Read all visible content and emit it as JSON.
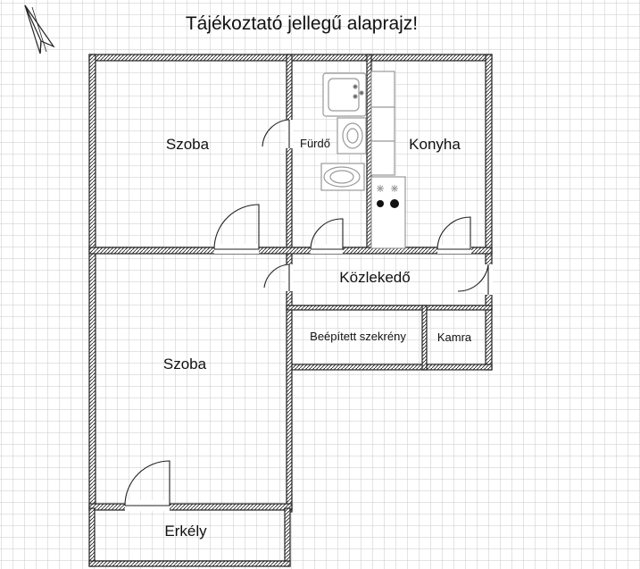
{
  "title": "Tájékoztató jellegű alaprajz!",
  "rooms": {
    "szoba_1": "Szoba",
    "furdo": "Fürdő",
    "konyha": "Konyha",
    "kozlekedo": "Közlekedő",
    "szekreny": "Beépített szekrény",
    "kamra": "Kamra",
    "szoba_2": "Szoba",
    "erkely": "Erkély"
  },
  "icons": {
    "compass": "north-arrow-icon",
    "sink": "kitchen-sink-icon",
    "washbasin": "washbasin-icon",
    "bathtub": "bathtub-icon",
    "stove": "stove-icon"
  },
  "colors": {
    "wall": "#222222",
    "grid": "#c8c8c8",
    "fixture": "#9a9a9a"
  }
}
